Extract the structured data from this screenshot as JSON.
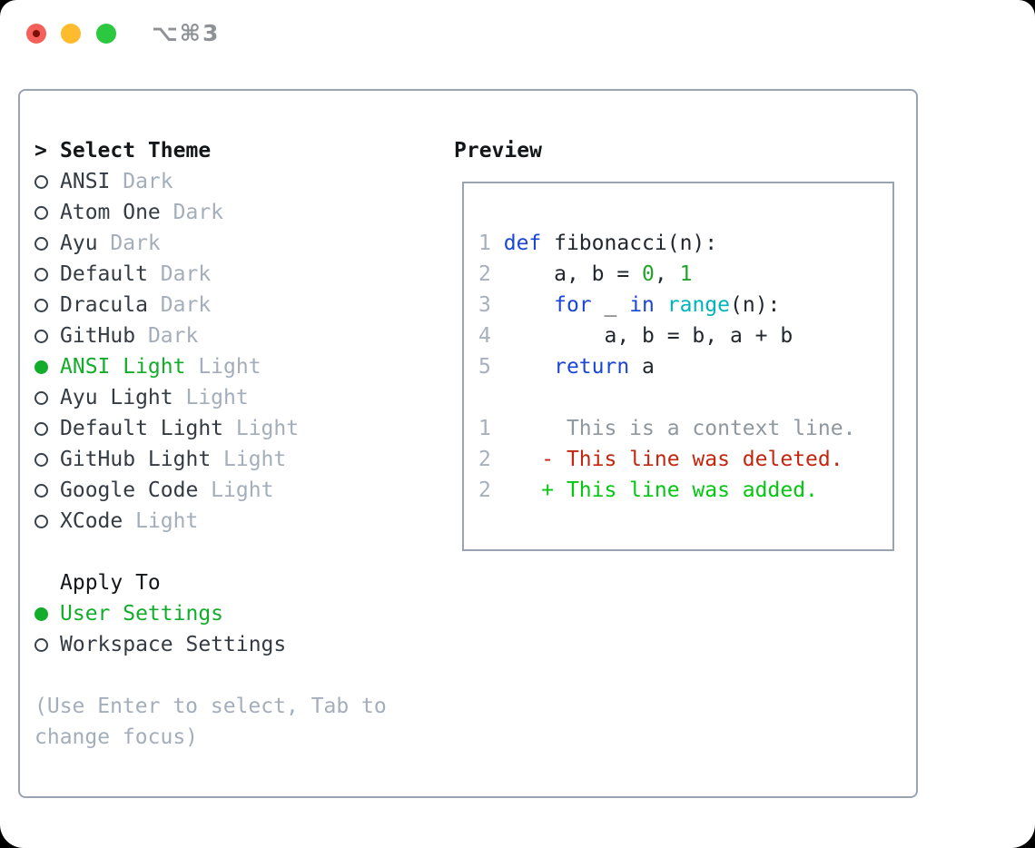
{
  "window": {
    "title": "⌥⌘3"
  },
  "titlebar": {
    "buttons": [
      {
        "name": "close",
        "color": "#f4605a"
      },
      {
        "name": "minimize",
        "color": "#fdbb2d"
      },
      {
        "name": "zoom",
        "color": "#2bc840"
      }
    ]
  },
  "theme_picker": {
    "prompt": ">",
    "header": "Select Theme",
    "items": [
      {
        "label": "ANSI",
        "variant": "Dark",
        "selected": false
      },
      {
        "label": "Atom One",
        "variant": "Dark",
        "selected": false
      },
      {
        "label": "Ayu",
        "variant": "Dark",
        "selected": false
      },
      {
        "label": "Default",
        "variant": "Dark",
        "selected": false
      },
      {
        "label": "Dracula",
        "variant": "Dark",
        "selected": false
      },
      {
        "label": "GitHub",
        "variant": "Dark",
        "selected": false
      },
      {
        "label": "ANSI Light",
        "variant": "Light",
        "selected": true
      },
      {
        "label": "Ayu Light",
        "variant": "Light",
        "selected": false
      },
      {
        "label": "Default Light",
        "variant": "Light",
        "selected": false
      },
      {
        "label": "GitHub Light",
        "variant": "Light",
        "selected": false
      },
      {
        "label": "Google Code",
        "variant": "Light",
        "selected": false
      },
      {
        "label": "XCode",
        "variant": "Light",
        "selected": false
      }
    ],
    "apply_header": "Apply To",
    "apply_items": [
      {
        "label": "User Settings",
        "selected": true
      },
      {
        "label": "Workspace Settings",
        "selected": false
      }
    ],
    "hint_lines": [
      "(Use Enter to select, Tab to",
      "change focus)"
    ]
  },
  "preview": {
    "title": "Preview",
    "lines": [
      [
        {
          "c": "ln",
          "t": "1"
        },
        {
          "c": "pl",
          "t": " "
        },
        {
          "c": "kw",
          "t": "def"
        },
        {
          "c": "pl",
          "t": " fibonacci(n):"
        }
      ],
      [
        {
          "c": "ln",
          "t": "2"
        },
        {
          "c": "pl",
          "t": "     a, b = "
        },
        {
          "c": "num",
          "t": "0"
        },
        {
          "c": "pl",
          "t": ", "
        },
        {
          "c": "num",
          "t": "1"
        }
      ],
      [
        {
          "c": "ln",
          "t": "3"
        },
        {
          "c": "pl",
          "t": "     "
        },
        {
          "c": "kw",
          "t": "for"
        },
        {
          "c": "pl",
          "t": " _ "
        },
        {
          "c": "kw",
          "t": "in"
        },
        {
          "c": "pl",
          "t": " "
        },
        {
          "c": "fn",
          "t": "range"
        },
        {
          "c": "pl",
          "t": "(n):"
        }
      ],
      [
        {
          "c": "ln",
          "t": "4"
        },
        {
          "c": "pl",
          "t": "         a, b = b, a + b"
        }
      ],
      [
        {
          "c": "ln",
          "t": "5"
        },
        {
          "c": "pl",
          "t": "     "
        },
        {
          "c": "kw",
          "t": "return"
        },
        {
          "c": "pl",
          "t": " a"
        }
      ],
      [],
      [
        {
          "c": "ln",
          "t": "1"
        },
        {
          "c": "ctx",
          "t": "      This is a context line."
        }
      ],
      [
        {
          "c": "ln",
          "t": "2"
        },
        {
          "c": "del",
          "t": "    - This line was deleted."
        }
      ],
      [
        {
          "c": "ln",
          "t": "2"
        },
        {
          "c": "add",
          "t": "    + This line was added."
        }
      ]
    ]
  },
  "colors": {
    "selected_green": "#13ad2b",
    "keyword_blue": "#1946d5",
    "function_cyan": "#00b4bc",
    "literal_green": "#23a32b",
    "deleted_red": "#c3250e",
    "added_green": "#04c713",
    "context_gray": "#8f979f",
    "muted_gray": "#a4aebb",
    "line_number_gray": "#a7b0bd",
    "border_gray": "#9aa4b1",
    "text_dark": "#343b43"
  }
}
